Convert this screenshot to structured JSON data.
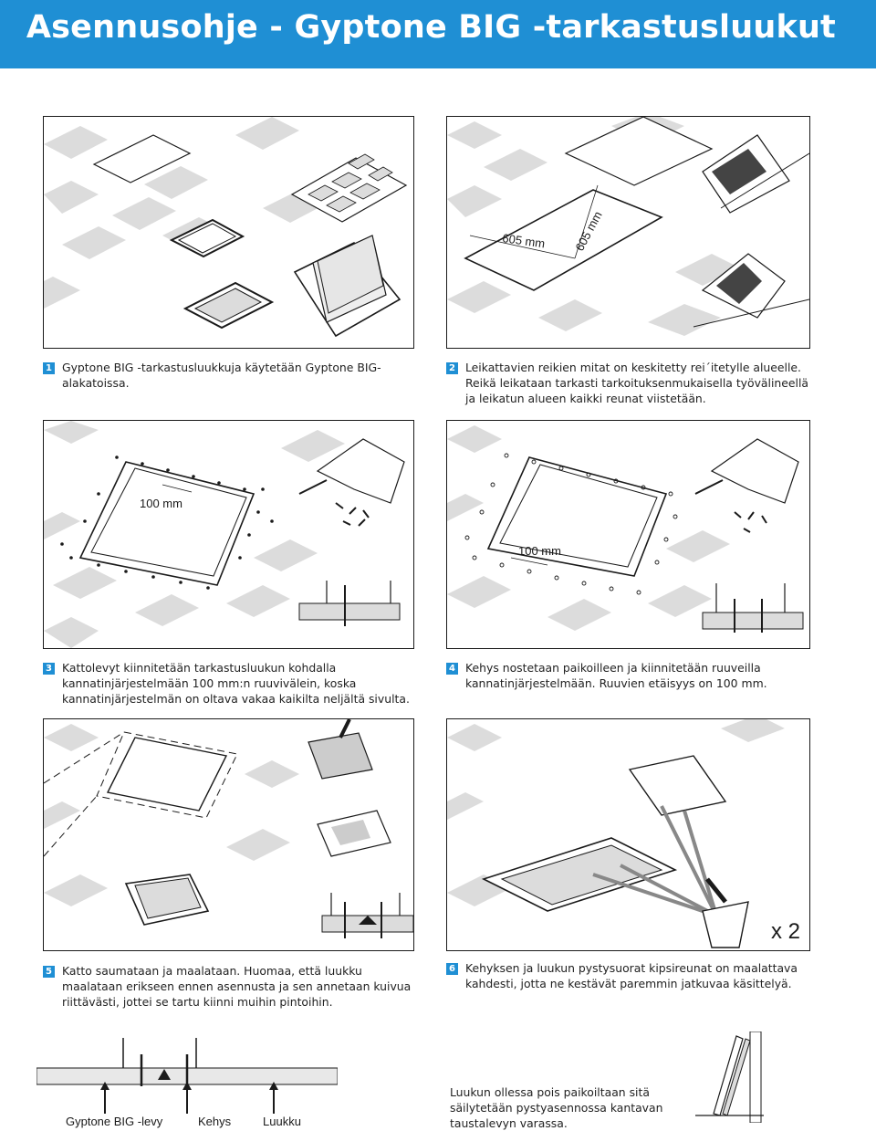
{
  "title": "Asennusohje - Gyptone BIG -tarkastusluukut",
  "steps": [
    {
      "number": "1",
      "text": "Gyptone BIG -tarkastusluukkuja käytetään Gyptone BIG-alakatoissa."
    },
    {
      "number": "2",
      "text": "Leikattavien reikien mitat on keskitetty rei´itetylle alueelle. Reikä leikataan tarkasti tarkoituksenmukaisella työvälineellä ja leikatun alueen kaikki reunat viistetään."
    },
    {
      "number": "3",
      "text": "Kattolevyt kiinnitetään tarkastusluukun kohdalla kannatinjärjestelmään 100 mm:n ruuvivälein, koska kannatinjärjestelmän on oltava vakaa kaikilta neljältä sivulta."
    },
    {
      "number": "4",
      "text": "Kehys nostetaan paikoilleen ja kiinnitetään ruuveilla kannatinjärjestelmään. Ruuvien etäisyys on 100 mm."
    },
    {
      "number": "5",
      "text": "Katto saumataan ja maalataan. Huomaa, että luukku maalataan erikseen ennen asennusta ja sen annetaan kuivua riittävästi, jottei se tartu kiinni muihin pintoihin."
    },
    {
      "number": "6",
      "text": "Kehyksen ja luukun pystysuorat kipsireunat on maalattava kahdesti, jotta ne kestävät paremmin jatkuvaa käsittelyä."
    }
  ],
  "dimensions": {
    "width_label": "605 mm",
    "height_label": "605 mm",
    "screw_spacing_3": "100 mm",
    "screw_spacing_4": "100 mm"
  },
  "multiplier": "x 2",
  "bottom": {
    "labels": [
      "Gyptone BIG -levy",
      "Kehys",
      "Luukku"
    ],
    "storage_note": "Luukun ollessa pois paikoiltaan sitä säilytetään pystyasennossa kantavan taustalevyn varassa."
  },
  "colors": {
    "accent": "#1f8fd4",
    "tile_gray": "#dcdcdc",
    "line": "#1a1a1a"
  }
}
